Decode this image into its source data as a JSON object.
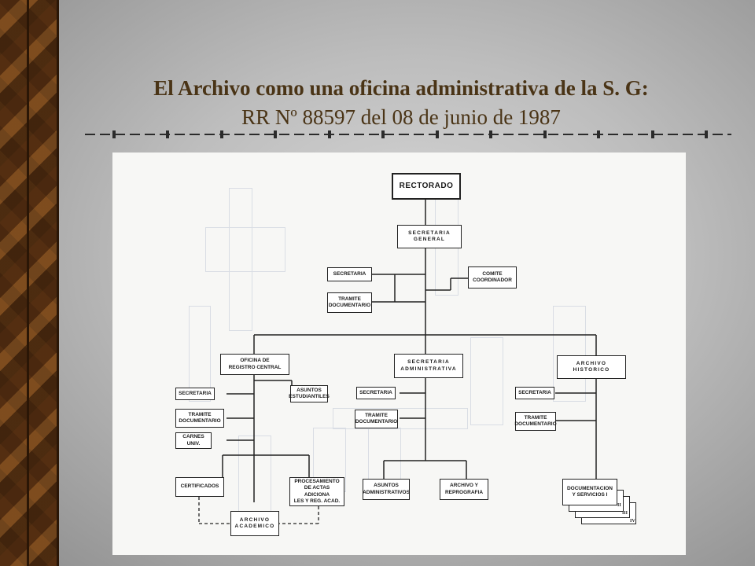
{
  "slide": {
    "title": "El Archivo como una oficina administrativa de la S. G:",
    "subtitle": "RR Nº 88597 del 08 de junio de 1987"
  },
  "chart": {
    "rectorado": "RECTORADO",
    "secretaria_general": "SECRETARIA\nGENERAL",
    "secretaria": "SECRETARIA",
    "tramite_documentario": "TRAMITE\nDOCUMENTARIO",
    "comite_coordinador": "COMITE\nCOORDINADOR",
    "oficina_registro": "OFICINA DE\nREGISTRO CENTRAL",
    "secretaria_administrativa": "SECRETARIA\nADMINISTRATIVA",
    "archivo_historico": "ARCHIVO\nHISTORICO",
    "asuntos_estudiantiles": "ASUNTOS\nESTUDIANTILES",
    "carnes_univ": "CARNES\nUNIV.",
    "certificados": "CERTIFICADOS",
    "procesamiento_actas": "PROCESAMIENTO\nDE ACTAS ADICIONA\nLES Y REG. ACAD.",
    "archivo_academico": "ARCHIVO\nACADEMICO",
    "asuntos_administrativos": "ASUNTOS\nADMINISTRATIVOS",
    "archivo_reprografia": "ARCHIVO Y\nREPROGRAFIA",
    "documentacion_servicios": "DOCUMENTACION\nY SERVICIOS  I",
    "roman_numerals": [
      "II",
      "III",
      "IV"
    ]
  }
}
